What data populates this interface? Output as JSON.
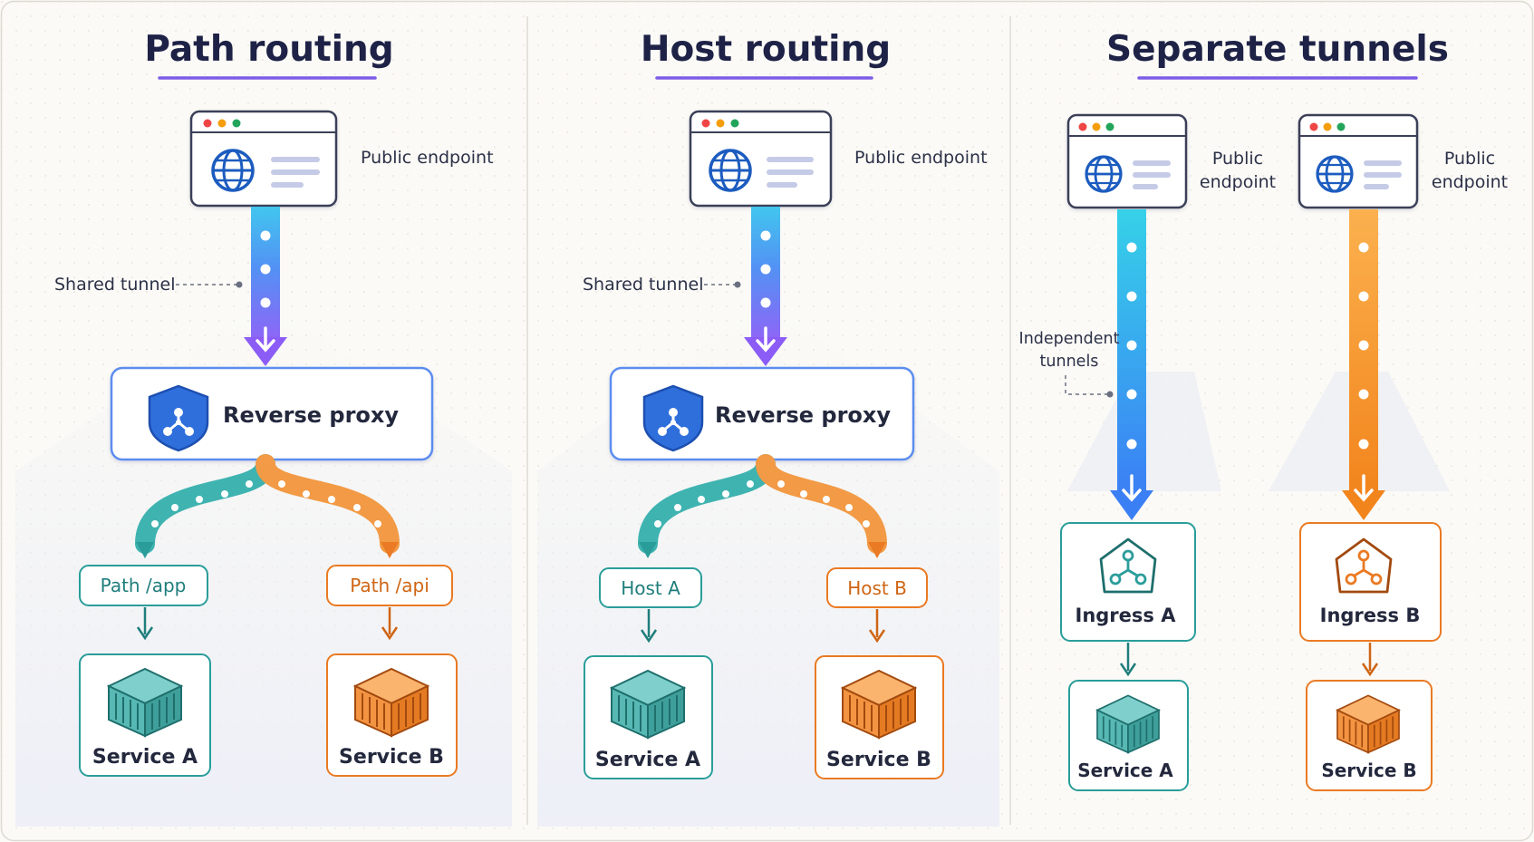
{
  "colors": {
    "teal": "#2a9d9a",
    "orange": "#ea7a23",
    "blue": "#3b82f6",
    "purple": "#8b5cf6",
    "title_underline": "#7c5ce6",
    "box_border": "#5b8def",
    "shield": "#2f6fdc",
    "text_dark": "#1e2246"
  },
  "panels": [
    {
      "title": "Path routing",
      "endpoint_label": "Public endpoint",
      "tunnel_label": "Shared tunnel",
      "proxy_label": "Reverse proxy",
      "route_a": "Path /app",
      "route_b": "Path /api",
      "service_a": "Service A",
      "service_b": "Service B",
      "icons": [
        "browser-window-icon",
        "globe-icon",
        "shield-icon",
        "container-icon"
      ]
    },
    {
      "title": "Host routing",
      "endpoint_label": "Public endpoint",
      "tunnel_label": "Shared tunnel",
      "proxy_label": "Reverse proxy",
      "route_a": "Host A",
      "route_b": "Host B",
      "service_a": "Service A",
      "service_b": "Service B",
      "icons": [
        "browser-window-icon",
        "globe-icon",
        "shield-icon",
        "container-icon"
      ]
    },
    {
      "title": "Separate tunnels",
      "endpoint_a_label": [
        "Public",
        "endpoint"
      ],
      "endpoint_b_label": [
        "Public",
        "endpoint"
      ],
      "tunnel_label": [
        "Independent",
        "tunnels"
      ],
      "ingress_a": "Ingress A",
      "ingress_b": "Ingress B",
      "service_a": "Service A",
      "service_b": "Service B",
      "icons": [
        "browser-window-icon",
        "globe-icon",
        "ingress-icon",
        "container-icon"
      ]
    }
  ]
}
